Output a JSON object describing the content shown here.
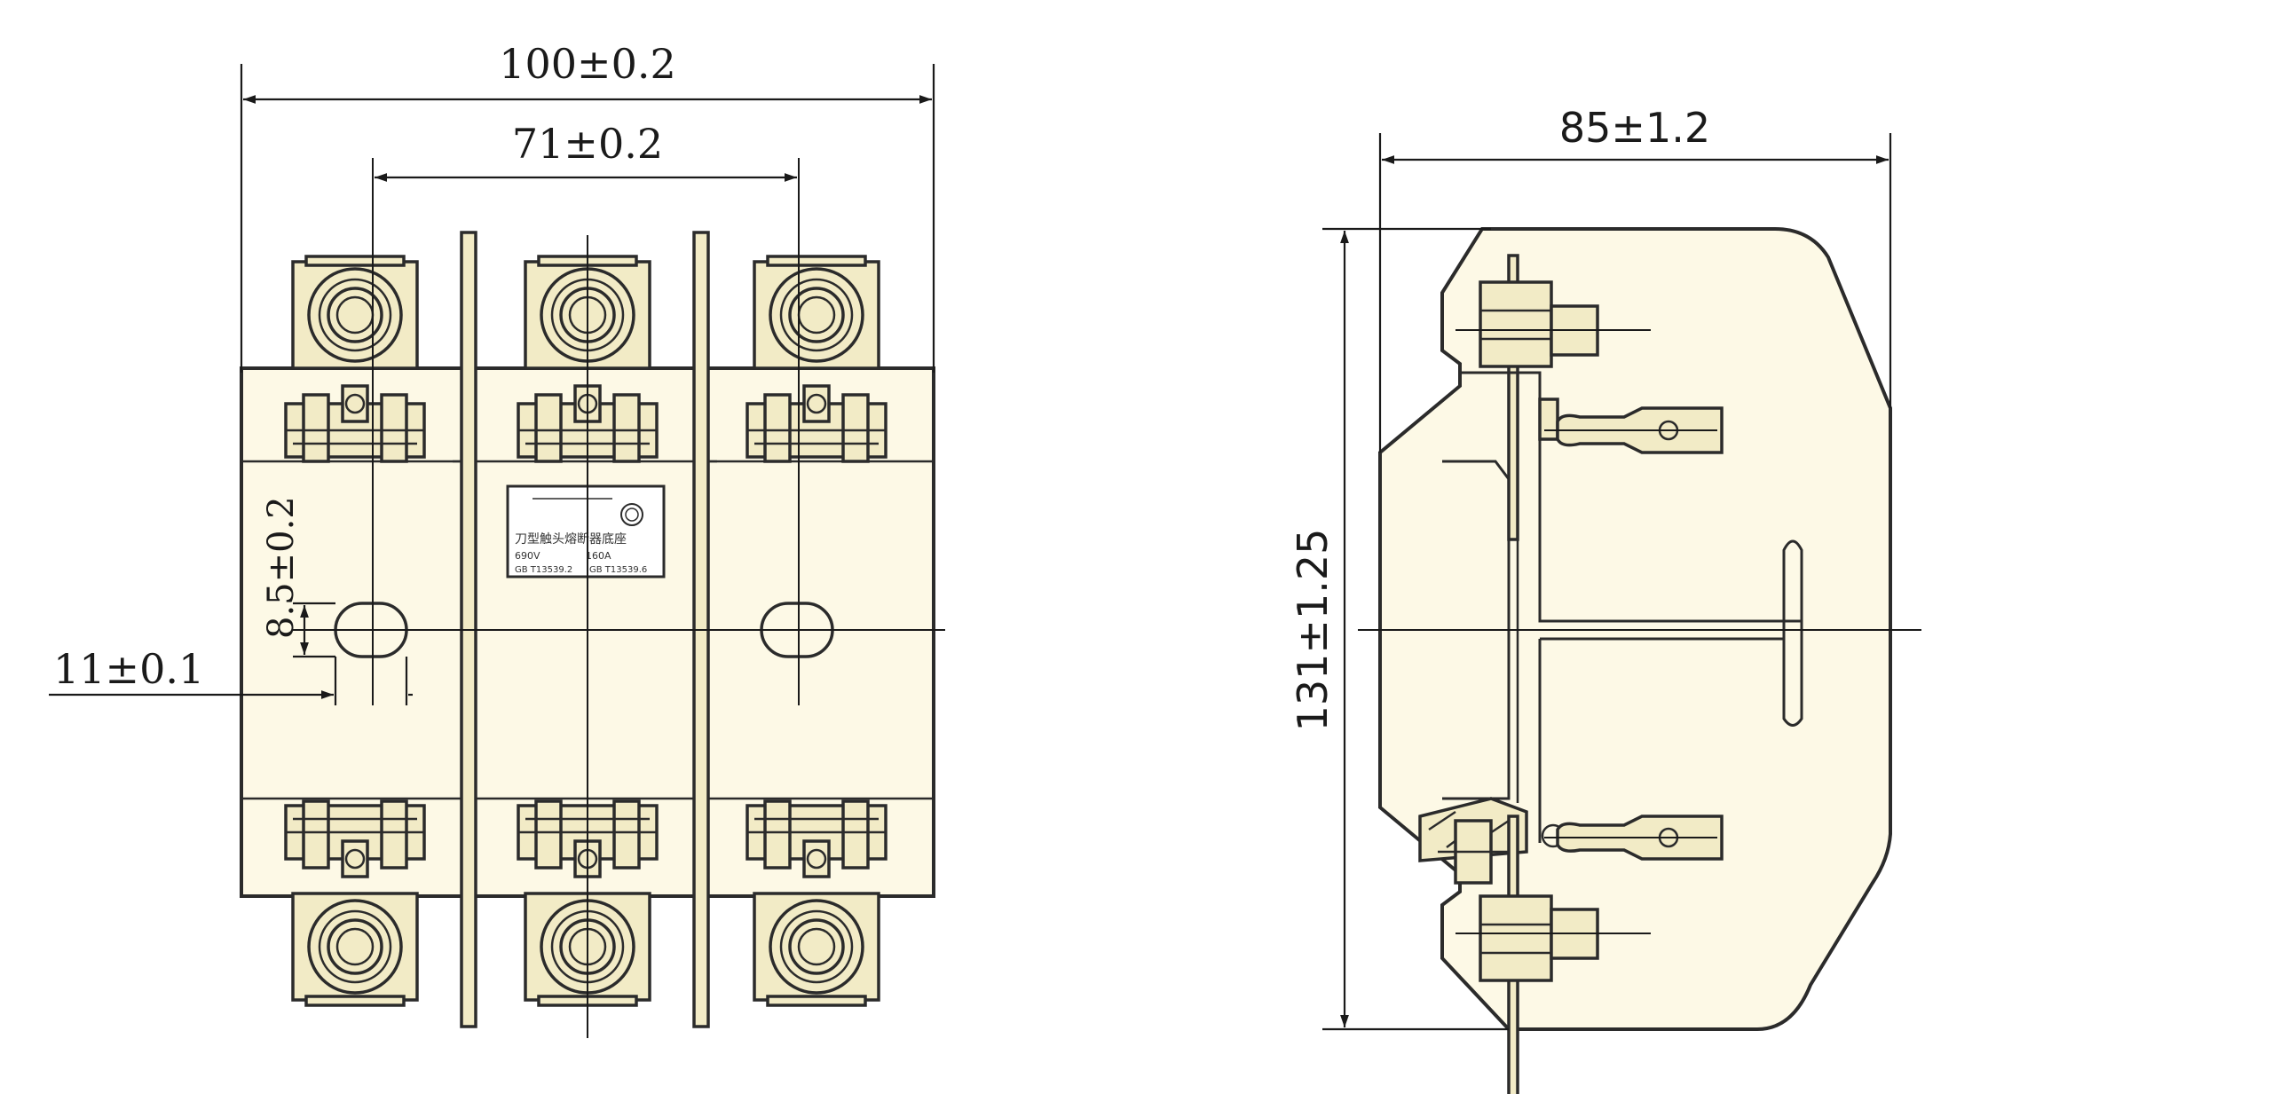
{
  "colors": {
    "body_fill": "#fdf9e6",
    "part_fill": "#f2ebc6",
    "line": "#2b2b2b"
  },
  "front_view": {
    "dim_overall_width": "100±0.2",
    "dim_pole_pitch": "71±0.2",
    "dim_slot_height": "8.5±0.2",
    "dim_slot_width": "11±0.1",
    "nameplate": {
      "title": "刀型触头熔断器底座",
      "rating_left": "690V",
      "rating_right": "160A",
      "standard_left": "GB T13539.2",
      "standard_right": "GB T13539.6"
    }
  },
  "side_view": {
    "dim_depth": "85±1.2",
    "dim_height": "131±1.25"
  }
}
